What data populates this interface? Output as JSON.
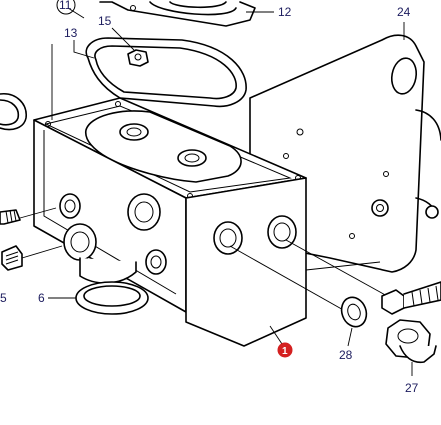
{
  "diagram": {
    "callouts": [
      {
        "id": "11",
        "text": "11",
        "circled": true
      },
      {
        "id": "12",
        "text": "12"
      },
      {
        "id": "15",
        "text": "15"
      },
      {
        "id": "13",
        "text": "13"
      },
      {
        "id": "24",
        "text": "24"
      },
      {
        "id": "6",
        "text": "6"
      },
      {
        "id": "5",
        "text": "5"
      },
      {
        "id": "28",
        "text": "28"
      },
      {
        "id": "27",
        "text": "27"
      },
      {
        "id": "1",
        "text": "1",
        "highlight": true
      }
    ],
    "colors": {
      "line": "#000000",
      "label": "#1c1c5e",
      "highlight": "#d42020"
    }
  }
}
